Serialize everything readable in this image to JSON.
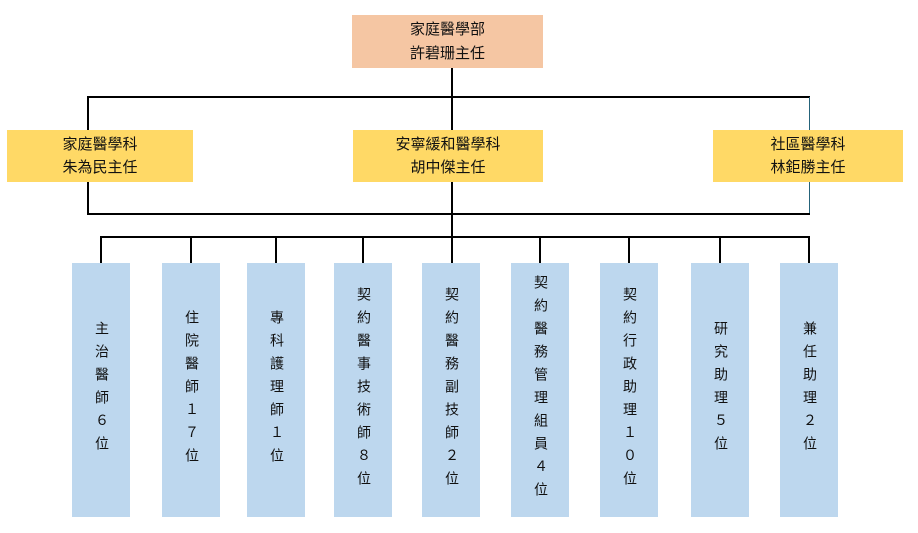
{
  "org_chart": {
    "type": "org-tree",
    "root": {
      "line1": "家庭醫學部",
      "line2": "許碧珊主任"
    },
    "departments": [
      {
        "line1": "家庭醫學科",
        "line2": "朱為民主任"
      },
      {
        "line1": "安寧緩和醫學科",
        "line2": "胡中傑主任"
      },
      {
        "line1": "社區醫學科",
        "line2": "林鉅勝主任"
      }
    ],
    "staff": [
      {
        "label": "主治醫師６位"
      },
      {
        "label": "住院醫師１７位"
      },
      {
        "label": "專科護理師１位"
      },
      {
        "label": "契約醫事技術師８位"
      },
      {
        "label": "契約醫務副技師２位"
      },
      {
        "label": "契約醫務管理組員４位"
      },
      {
        "label": "契約行政助理１０位"
      },
      {
        "label": "研究助理５位"
      },
      {
        "label": "兼任助理２位"
      }
    ],
    "colors": {
      "root_fill": "#F5C6A3",
      "dept_fill": "#FFD966",
      "staff_fill": "#BDD7EE",
      "line": "#000000",
      "accent_line": "#25637A"
    }
  }
}
